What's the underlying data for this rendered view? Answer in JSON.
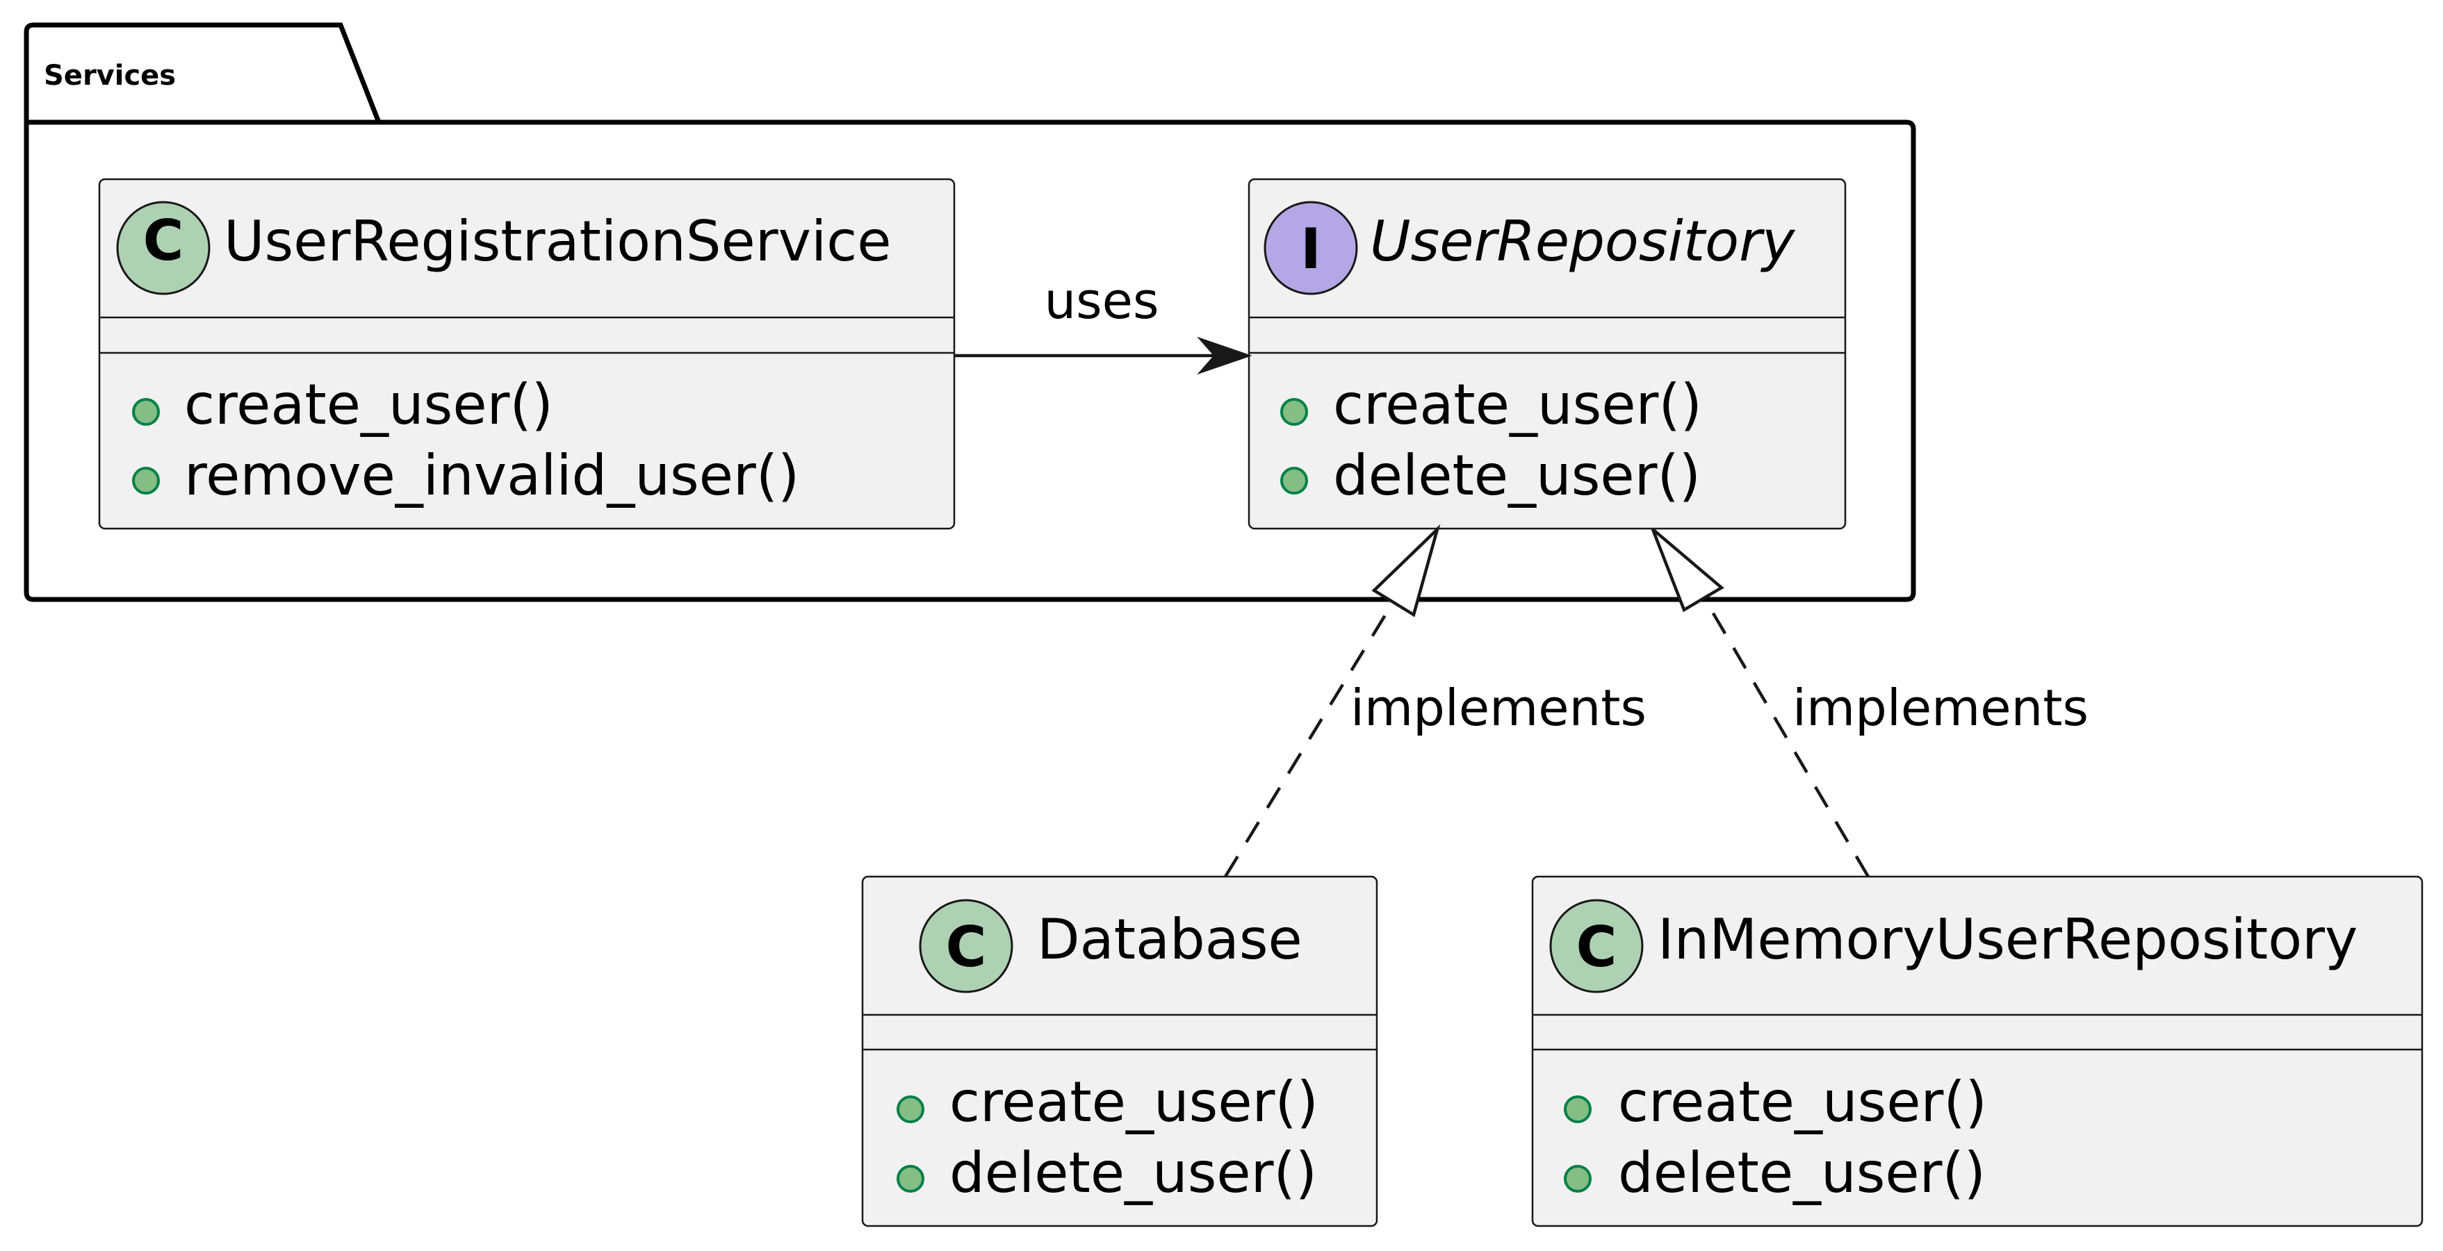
{
  "package": {
    "name": "Services"
  },
  "classes": {
    "user_registration_service": {
      "kind": "class",
      "stereotype_letter": "C",
      "name": "UserRegistrationService",
      "methods": [
        "create_user()",
        "remove_invalid_user()"
      ]
    },
    "user_repository": {
      "kind": "interface",
      "stereotype_letter": "I",
      "name": "UserRepository",
      "methods": [
        "create_user()",
        "delete_user()"
      ]
    },
    "database": {
      "kind": "class",
      "stereotype_letter": "C",
      "name": "Database",
      "methods": [
        "create_user()",
        "delete_user()"
      ]
    },
    "in_memory_user_repository": {
      "kind": "class",
      "stereotype_letter": "C",
      "name": "InMemoryUserRepository",
      "methods": [
        "create_user()",
        "delete_user()"
      ]
    }
  },
  "relations": {
    "uses": {
      "from": "UserRegistrationService",
      "to": "UserRepository",
      "label": "uses"
    },
    "database_implements": {
      "from": "Database",
      "to": "UserRepository",
      "label": "implements"
    },
    "inmemory_implements": {
      "from": "InMemoryUserRepository",
      "to": "UserRepository",
      "label": "implements"
    }
  },
  "colors": {
    "class_badge": "#ADD1B2",
    "interface_badge": "#B4A7E5",
    "box_fill": "#F1F1F1",
    "visibility_fill": "#84BE84",
    "visibility_stroke": "#038048",
    "line": "#181818"
  }
}
